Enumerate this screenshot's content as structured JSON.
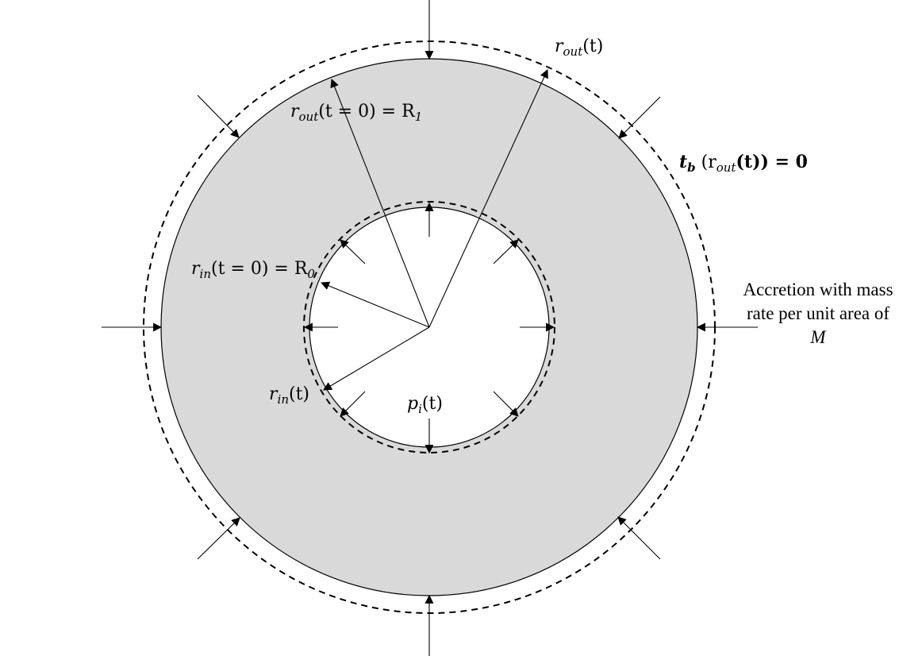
{
  "labels": {
    "rout_initial": {
      "sym": "r",
      "sub": "out",
      "tail": "(t = 0)  =  R",
      "idx": "1"
    },
    "rout_t": {
      "sym": "r",
      "sub": "out",
      "tail": "(t)"
    },
    "traction_free": {
      "bold_sym": "t",
      "bold_sub": "b",
      "mid": " (r",
      "sub": "out",
      "tail": "(t)) = 0"
    },
    "rin_initial": {
      "sym": "r",
      "sub": "in",
      "tail": "(t = 0) = R",
      "idx": "0"
    },
    "rin_t": {
      "sym": "r",
      "sub": "in",
      "tail": "(t)"
    },
    "pressure": {
      "sym": "p",
      "sub": "i",
      "tail": "(t)"
    }
  },
  "accretion_note": {
    "line1": "Accretion with mass",
    "line2": "rate per unit area of",
    "symbol": "M"
  },
  "colors": {
    "annulus_fill": "#d9d9d9",
    "stroke": "#000000",
    "background": "#ffffff"
  }
}
